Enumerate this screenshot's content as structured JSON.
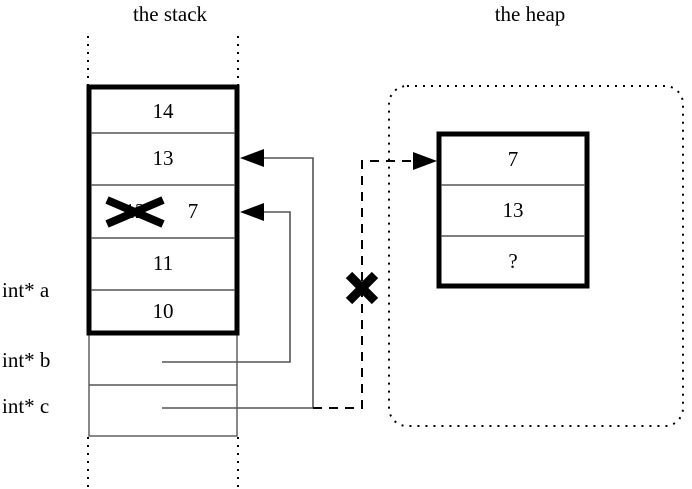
{
  "diagram": {
    "title_stack": "the stack",
    "title_heap": "the heap"
  },
  "stack": {
    "variables": [
      {
        "label": "int* a"
      },
      {
        "label": "int* b"
      },
      {
        "label": "int* c"
      }
    ],
    "cells": [
      {
        "value": "14",
        "struck": false
      },
      {
        "value": "13",
        "struck": false
      },
      {
        "value": "12",
        "struck": true,
        "new_value": "7"
      },
      {
        "value": "11",
        "struck": false
      },
      {
        "value": "10",
        "struck": false
      }
    ],
    "struck_cell_new_value": "7"
  },
  "heap": {
    "cells": [
      {
        "value": "7"
      },
      {
        "value": "13"
      },
      {
        "value": "?"
      }
    ]
  },
  "annotations": {
    "invalid_pointer_mark": "X",
    "struck_value_mark": "X"
  },
  "colors": {
    "stroke": "#000000",
    "thin_stroke": "#555555",
    "background": "#ffffff"
  }
}
